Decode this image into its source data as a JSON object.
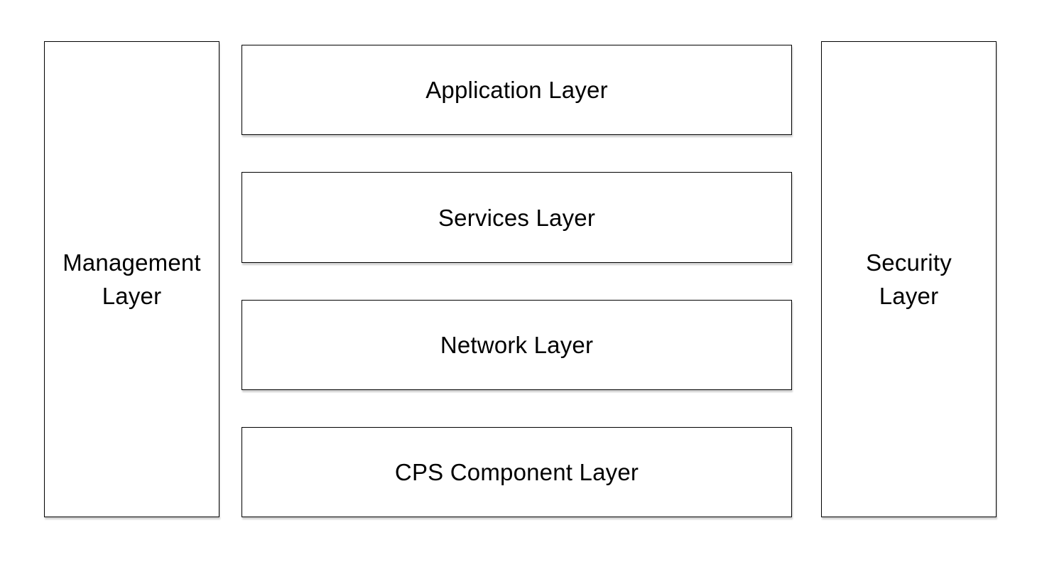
{
  "diagram": {
    "management": {
      "line1": "Management",
      "line2": "Layer"
    },
    "security": {
      "line1": "Security",
      "line2": "Layer"
    },
    "layers": [
      {
        "label": "Application Layer"
      },
      {
        "label": "Services Layer"
      },
      {
        "label": "Network Layer"
      },
      {
        "label": "CPS Component Layer"
      }
    ],
    "colors": {
      "border": "#000000",
      "fill": "#ffffff",
      "text": "#000000"
    }
  }
}
